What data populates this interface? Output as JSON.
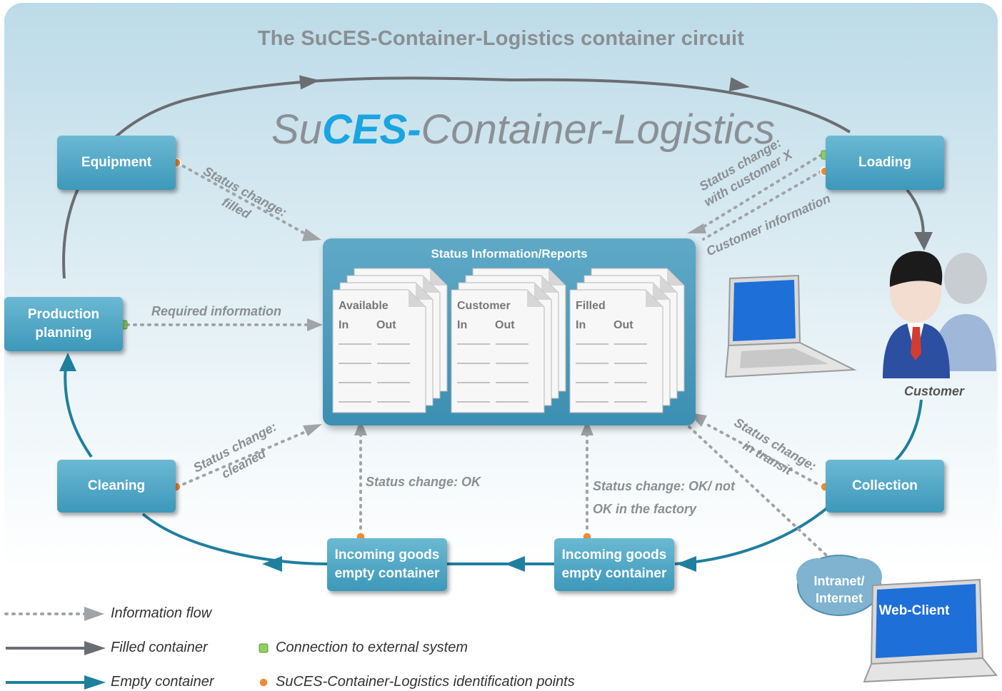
{
  "title": "The SuCES-Container-Logistics container circuit",
  "logo": {
    "pre": "Su",
    "highlight": "CES-",
    "post": "Container-Logistics"
  },
  "nodes": {
    "equipment": "Equipment",
    "loading": "Loading",
    "production_planning": "Production planning",
    "cleaning": "Cleaning",
    "collection": "Collection",
    "incoming_left": "Incoming goods empty container",
    "incoming_right": "Incoming goods empty container",
    "web_client": "Web-Client"
  },
  "panel": {
    "title": "Status Information/Reports",
    "docs": [
      {
        "name": "Available",
        "in": "In",
        "out": "Out"
      },
      {
        "name": "Customer",
        "in": "In",
        "out": "Out"
      },
      {
        "name": "Filled",
        "in": "In",
        "out": "Out"
      }
    ]
  },
  "labels": {
    "status_filled": "Status change: filled",
    "required_info": "Required information",
    "status_cleaned": "Status change: cleaned",
    "status_ok": "Status change: OK",
    "status_ok_not": "Status change: OK/ not OK in the factory",
    "status_customer_x": "Status change: with customer X",
    "customer_info": "Customer information",
    "status_transit": "Status change: in transit",
    "customer": "Customer",
    "intranet": "Intranet/ Internet"
  },
  "legend": {
    "info_flow": "Information flow",
    "filled": "Filled container",
    "empty": "Empty container",
    "external": "Connection to external system",
    "ident": "SuCES-Container-Logistics identification points"
  },
  "colors": {
    "filled_line": "#6a6d72",
    "empty_line": "#1f7f9e",
    "node": "#4aa3c4",
    "ident_point": "#f08a34",
    "external_point": "#8fcf63",
    "info_flow": "#a0a3a7"
  }
}
